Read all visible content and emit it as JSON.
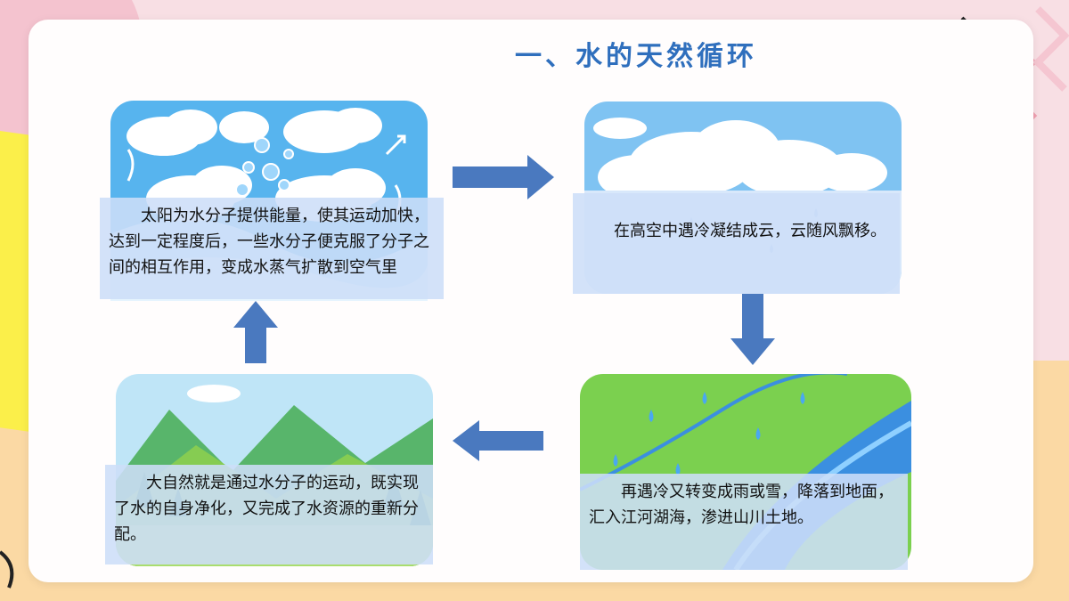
{
  "title": "一、水的天然循环",
  "steps": {
    "evaporation": "太阳为水分子提供能量，使其运动加快，达到一定程度后，一些水分子便克服了分子之间的相互作用，变成水蒸气扩散到空气里",
    "condensation": "在高空中遇冷凝结成云，云随风飘移。",
    "precipitation": "再遇冷又转变成雨或雪，降落到地面，汇入江河湖海，渗进山川土地。",
    "purification": "大自然就是通过水分子的运动，既实现了水的自身净化，又完成了水资源的重新分配。"
  },
  "colors": {
    "title": "#2f6fbd",
    "arrow": "#4a79bf",
    "caption_bg": "#cddef8"
  }
}
